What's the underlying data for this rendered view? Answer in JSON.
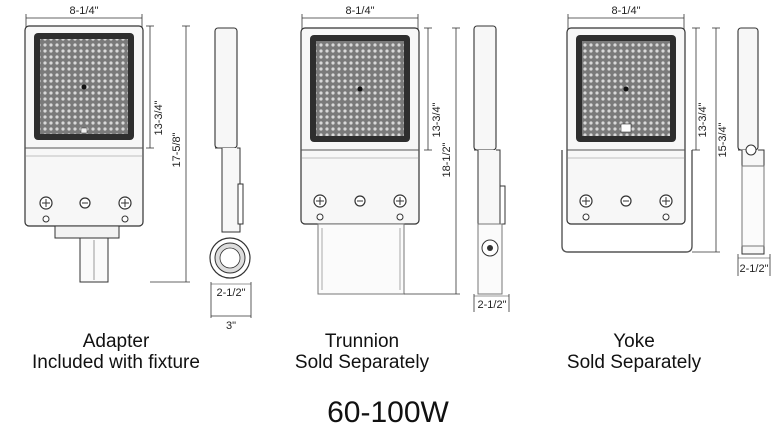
{
  "title": "60-100W",
  "views": [
    {
      "caption_line1": "Adapter",
      "caption_line2": "Included with fixture",
      "width_dim": "8-1/4\"",
      "height_dim_inner": "13-3/4\"",
      "height_dim_outer": "17-5/8\"",
      "side_dim_bottom": "2-1/2\"",
      "side_dim_width": "3\""
    },
    {
      "caption_line1": "Trunnion",
      "caption_line2": "Sold Separately",
      "width_dim": "8-1/4\"",
      "height_dim_inner": "13-3/4\"",
      "height_dim_outer": "18-1/2\"",
      "side_dim_bottom": "2-1/2\""
    },
    {
      "caption_line1": "Yoke",
      "caption_line2": "Sold Separately",
      "width_dim": "8-1/4\"",
      "height_dim_inner": "13-3/4\"",
      "height_dim_outer": "15-3/4\"",
      "side_dim_bottom": "2-1/2\""
    }
  ]
}
